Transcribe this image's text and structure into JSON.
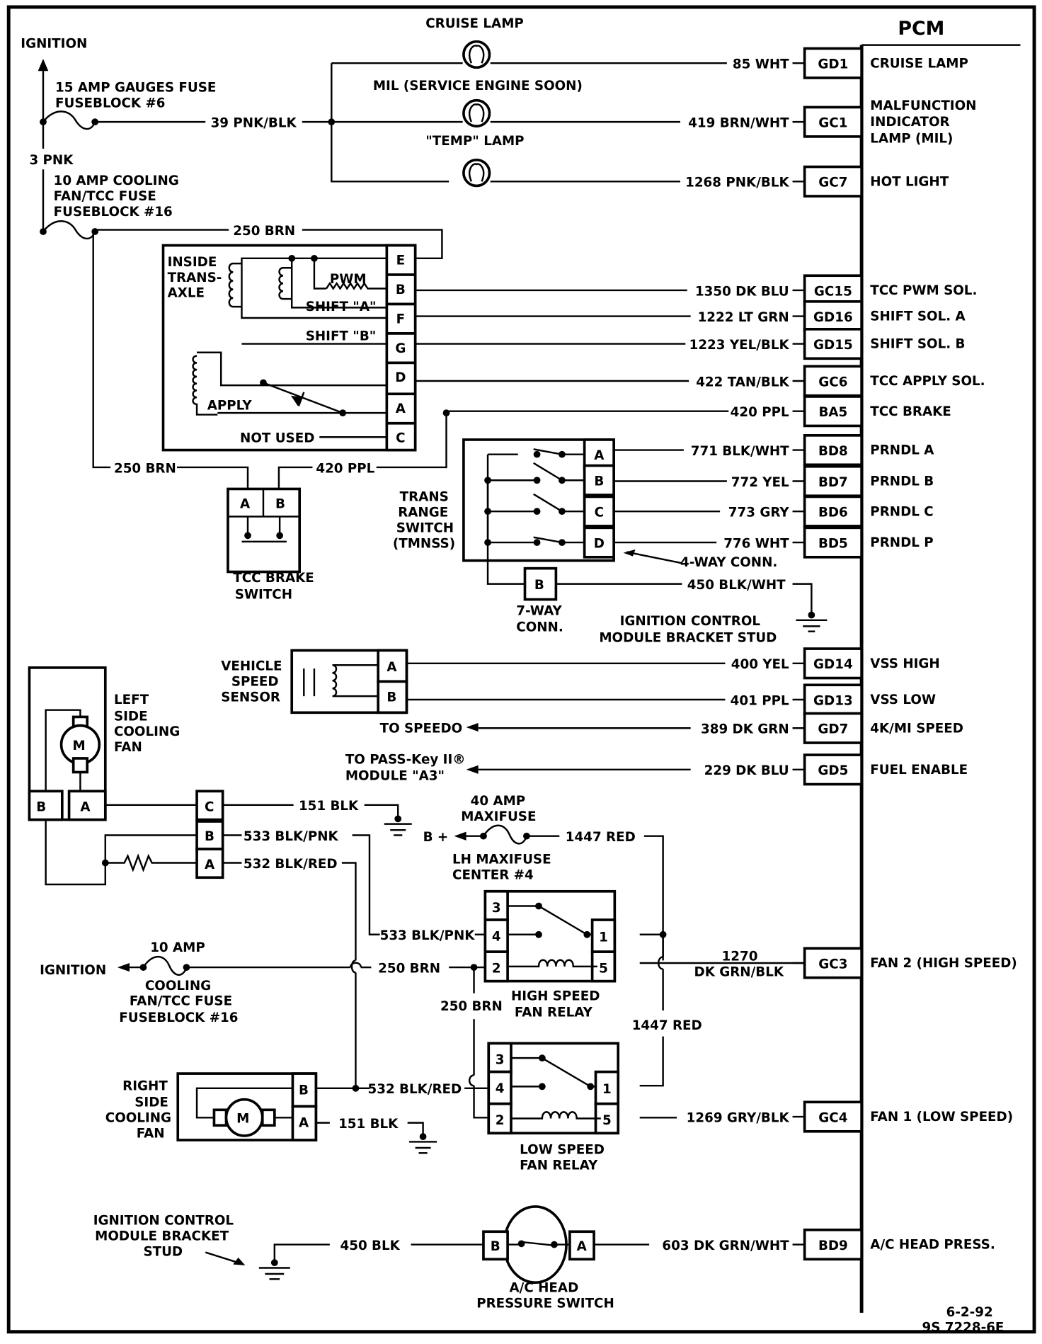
{
  "diagram": {
    "pcm_title": "PCM",
    "footer": {
      "date": "6-2-92",
      "code": "9S 7228-6E"
    },
    "ignition_top": "IGNITION",
    "fuse_gauges": [
      "15 AMP GAUGES FUSE",
      "FUSEBLOCK #6"
    ],
    "wire_3pnk": "3 PNK",
    "fuse_cooling_top": [
      "10 AMP COOLING",
      "FAN/TCC FUSE",
      "FUSEBLOCK #16"
    ],
    "wire_39": "39 PNK/BLK",
    "wire_250_top": "250 BRN",
    "lamps": {
      "cruise": "CRUISE LAMP",
      "mil": "MIL (SERVICE ENGINE SOON)",
      "temp": "\"TEMP\" LAMP"
    },
    "pcm_pins": [
      {
        "wire": "85 WHT",
        "pin": "GD1",
        "func": [
          "CRUISE LAMP"
        ]
      },
      {
        "wire": "419 BRN/WHT",
        "pin": "GC1",
        "func": [
          "MALFUNCTION",
          "INDICATOR",
          "LAMP (MIL)"
        ]
      },
      {
        "wire": "1268 PNK/BLK",
        "pin": "GC7",
        "func": [
          "HOT LIGHT"
        ]
      },
      {
        "wire": "1350 DK BLU",
        "pin": "GC15",
        "func": [
          "TCC PWM SOL."
        ]
      },
      {
        "wire": "1222 LT GRN",
        "pin": "GD16",
        "func": [
          "SHIFT SOL. A"
        ]
      },
      {
        "wire": "1223 YEL/BLK",
        "pin": "GD15",
        "func": [
          "SHIFT SOL. B"
        ]
      },
      {
        "wire": "422 TAN/BLK",
        "pin": "GC6",
        "func": [
          "TCC APPLY SOL."
        ]
      },
      {
        "wire": "420 PPL",
        "pin": "BA5",
        "func": [
          "TCC BRAKE"
        ]
      },
      {
        "wire": "771 BLK/WHT",
        "pin": "BD8",
        "func": [
          "PRNDL A"
        ]
      },
      {
        "wire": "772 YEL",
        "pin": "BD7",
        "func": [
          "PRNDL B"
        ]
      },
      {
        "wire": "773 GRY",
        "pin": "BD6",
        "func": [
          "PRNDL C"
        ]
      },
      {
        "wire": "776 WHT",
        "pin": "BD5",
        "func": [
          "PRNDL P"
        ]
      },
      {
        "wire": "400 YEL",
        "pin": "GD14",
        "func": [
          "VSS HIGH"
        ]
      },
      {
        "wire": "401 PPL",
        "pin": "GD13",
        "func": [
          "VSS LOW"
        ]
      },
      {
        "wire": "389 DK GRN",
        "pin": "GD7",
        "func": [
          "4K/MI SPEED"
        ]
      },
      {
        "wire": "229 DK BLU",
        "pin": "GD5",
        "func": [
          "FUEL ENABLE"
        ]
      },
      {
        "wire": "1270 DK GRN/BLK",
        "pin": "GC3",
        "func": [
          "FAN 2 (HIGH SPEED)"
        ]
      },
      {
        "wire": "1269 GRY/BLK",
        "pin": "GC4",
        "func": [
          "FAN 1 (LOW SPEED)"
        ]
      },
      {
        "wire": "603 DK GRN/WHT",
        "pin": "BD9",
        "func": [
          "A/C HEAD PRESS."
        ]
      }
    ],
    "transaxle": {
      "label": [
        "INSIDE",
        "TRANS-",
        "AXLE"
      ],
      "pins": [
        "E",
        "B",
        "F",
        "G",
        "D",
        "A",
        "C"
      ],
      "pwm": "PWM",
      "shift_a": "SHIFT \"A\"",
      "shift_b": "SHIFT \"B\"",
      "apply": "APPLY",
      "not_used": "NOT USED"
    },
    "tcc_brake": {
      "label": [
        "TCC BRAKE",
        "SWITCH"
      ],
      "pins": [
        "A",
        "B"
      ],
      "wire_a": "250 BRN",
      "wire_b": "420 PPL"
    },
    "trans_range": {
      "label": [
        "TRANS",
        "RANGE",
        "SWITCH",
        "(TMNSS)"
      ],
      "pins": [
        "A",
        "B",
        "C",
        "D"
      ],
      "four_way": "4-WAY CONN.",
      "seven_way_pin": "B",
      "seven_way": [
        "7-WAY",
        "CONN."
      ],
      "wire_450": "450 BLK/WHT",
      "ground": [
        "IGNITION CONTROL",
        "MODULE BRACKET STUD"
      ]
    },
    "vss": {
      "label": [
        "VEHICLE",
        "SPEED",
        "SENSOR"
      ],
      "pins": [
        "A",
        "B"
      ]
    },
    "to_speedo": "TO SPEEDO",
    "to_passkey": [
      "TO PASS-Key II®",
      "MODULE \"A3\""
    ],
    "left_fan": {
      "label": [
        "LEFT",
        "SIDE",
        "COOLING",
        "FAN"
      ],
      "motor": "M",
      "pins": [
        "B",
        "A"
      ],
      "conn_pins": [
        "C",
        "B",
        "A"
      ],
      "wire_151": "151 BLK",
      "wire_533": "533 BLK/PNK",
      "wire_532": "532 BLK/RED"
    },
    "maxifuse": {
      "title": [
        "40 AMP",
        "MAXIFUSE"
      ],
      "bplus": "B +",
      "wire": "1447 RED",
      "location": [
        "LH MAXIFUSE",
        "CENTER #4"
      ]
    },
    "high_relay": {
      "label": [
        "HIGH SPEED",
        "FAN RELAY"
      ],
      "pins_left": [
        "3",
        "4",
        "2"
      ],
      "pins_right": [
        "1",
        "5"
      ],
      "wire_533": "533 BLK/PNK",
      "wire_250": "250 BRN",
      "wire_1270_num": "1270",
      "wire_1270_col": "DK GRN/BLK"
    },
    "low_relay": {
      "label": [
        "LOW SPEED",
        "FAN RELAY"
      ],
      "pins_left": [
        "3",
        "4",
        "2"
      ],
      "pins_right": [
        "1",
        "5"
      ],
      "wire_250": "250 BRN",
      "wire_1447": "1447 RED",
      "wire_532": "532 BLK/RED"
    },
    "ignition_fuse_bottom": {
      "ignition": "IGNITION",
      "amp": "10 AMP",
      "label": [
        "COOLING",
        "FAN/TCC FUSE",
        "FUSEBLOCK #16"
      ]
    },
    "right_fan": {
      "label": [
        "RIGHT",
        "SIDE",
        "COOLING",
        "FAN"
      ],
      "motor": "M",
      "pins": [
        "B",
        "A"
      ],
      "wire_151": "151 BLK"
    },
    "ac_switch": {
      "ground": [
        "IGNITION CONTROL",
        "MODULE BRACKET",
        "STUD"
      ],
      "wire_450": "450 BLK",
      "pins": [
        "B",
        "A"
      ],
      "label": [
        "A/C HEAD",
        "PRESSURE SWITCH"
      ]
    }
  }
}
